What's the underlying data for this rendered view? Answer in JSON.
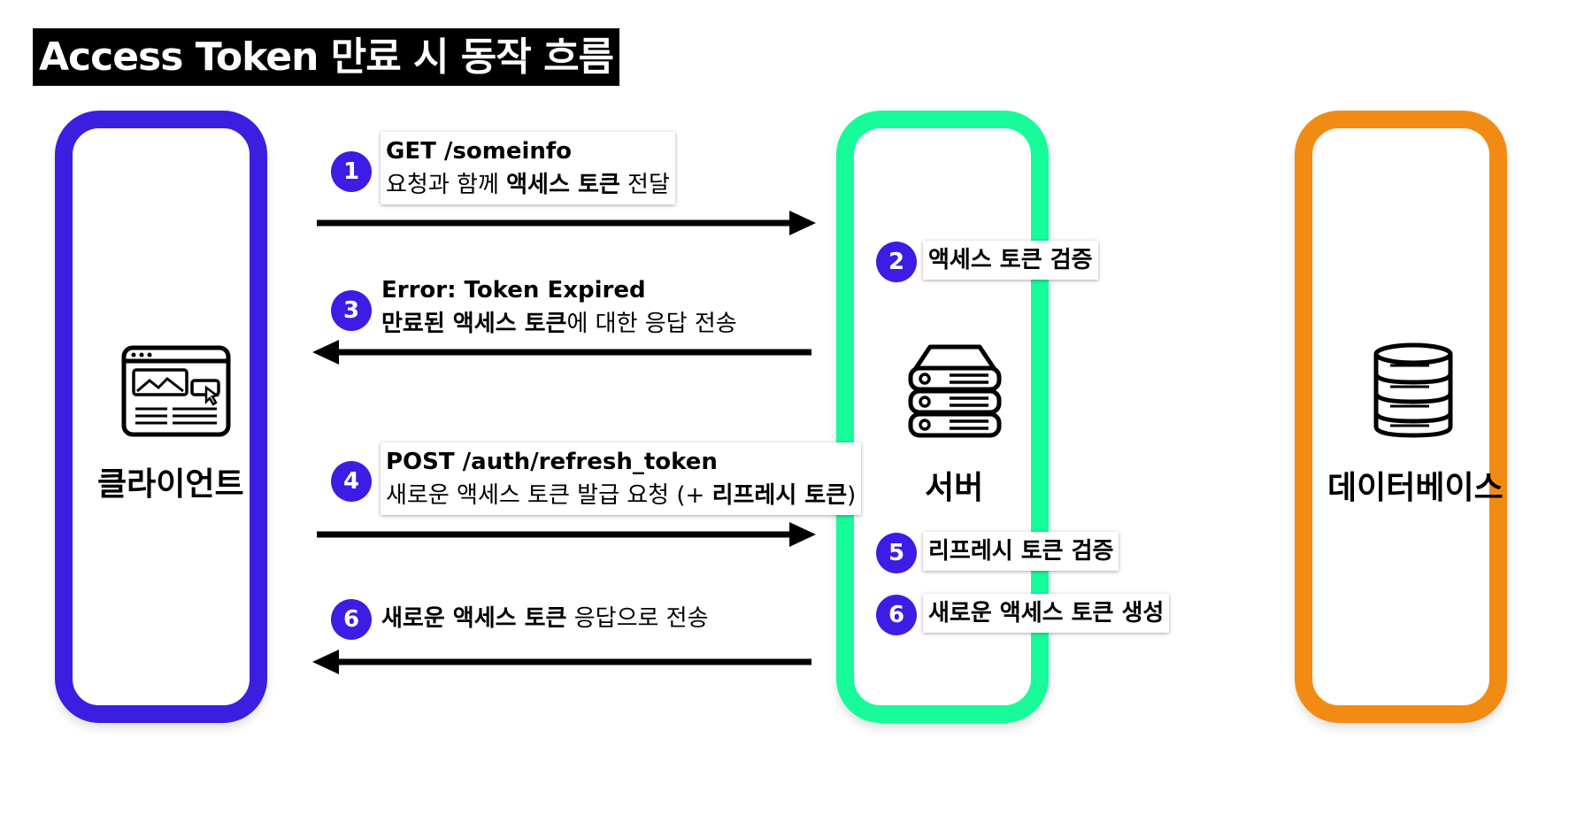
{
  "title": "Access Token 만료 시 동작 흐름",
  "nodes": {
    "client": "클라이언트",
    "server": "서버",
    "database": "데이터베이스"
  },
  "colors": {
    "client": "#3a1fe0",
    "server": "#17fb9a",
    "database": "#f28b13",
    "badge": "#3d1ce6"
  },
  "steps": {
    "s1": {
      "num": "1",
      "line1": "GET /someinfo",
      "pre": "요청과 함께 ",
      "bold": "액세스 토큰",
      "post": " 전달"
    },
    "s2": {
      "num": "2",
      "text": "액세스 토큰 검증"
    },
    "s3": {
      "num": "3",
      "line1": "Error: Token Expired",
      "bold": "만료된 액세스 토큰",
      "post": "에 대한 응답 전송"
    },
    "s4": {
      "num": "4",
      "line1": "POST /auth/refresh_token",
      "pre": "새로운 액세스 토큰 발급 요청 (+ ",
      "bold": "리프레시 토큰",
      "post": ")"
    },
    "s5": {
      "num": "5",
      "text": "리프레시 토큰 검증"
    },
    "s6s": {
      "num": "6",
      "text": "새로운 액세스 토큰 생성"
    },
    "s6c": {
      "num": "6",
      "bold": "새로운 액세스 토큰",
      "post": " 응답으로 전송"
    }
  }
}
